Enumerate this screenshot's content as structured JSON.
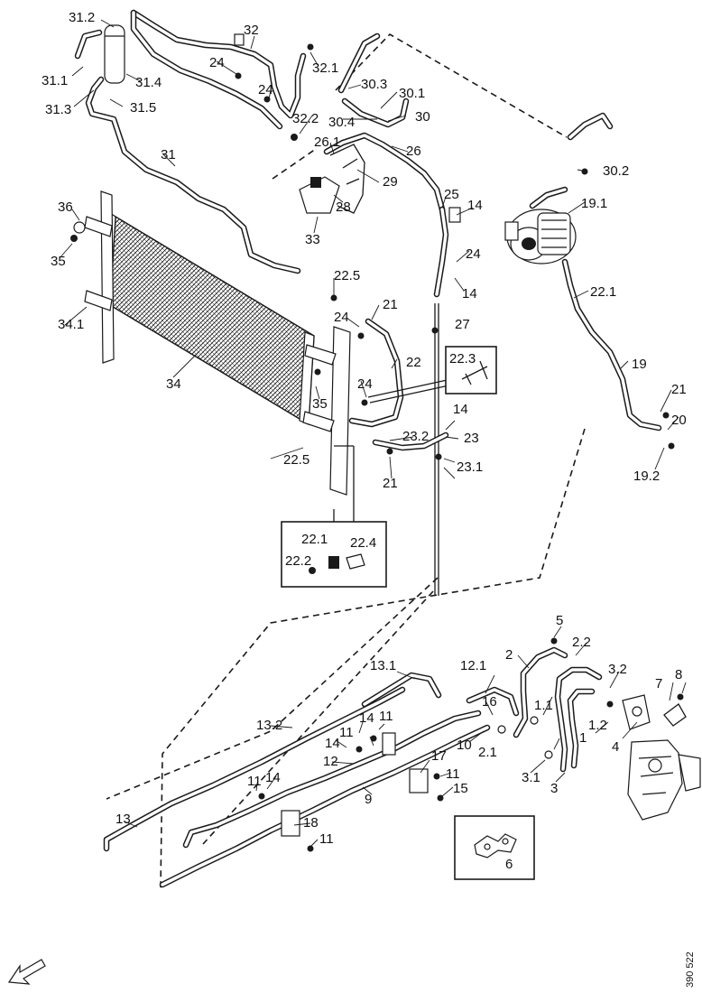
{
  "diagram": {
    "reference_number": "390 522",
    "part_labels": [
      "1",
      "1.1",
      "1.2",
      "2",
      "2.1",
      "2.2",
      "3",
      "3.1",
      "3.2",
      "4",
      "5",
      "6",
      "7",
      "8",
      "9",
      "10",
      "11",
      "11",
      "11",
      "11",
      "11",
      "12",
      "12.1",
      "13",
      "13.1",
      "13.2",
      "14",
      "14",
      "14",
      "14",
      "14",
      "14",
      "15",
      "16",
      "17",
      "18",
      "19",
      "19.1",
      "19.2",
      "20",
      "21",
      "21",
      "21",
      "22",
      "22.1",
      "22.1",
      "22.2",
      "22.3",
      "22.4",
      "22.5",
      "22.5",
      "23",
      "23.1",
      "23.2",
      "24",
      "24",
      "24",
      "24",
      "24",
      "25",
      "26",
      "26.1",
      "27",
      "28",
      "29",
      "30",
      "30.1",
      "30.2",
      "30.3",
      "30.4",
      "31",
      "31.1",
      "31.2",
      "31.3",
      "31.4",
      "31.5",
      "32",
      "32.1",
      "32.2",
      "33",
      "34",
      "34.1",
      "35",
      "35",
      "36"
    ]
  }
}
